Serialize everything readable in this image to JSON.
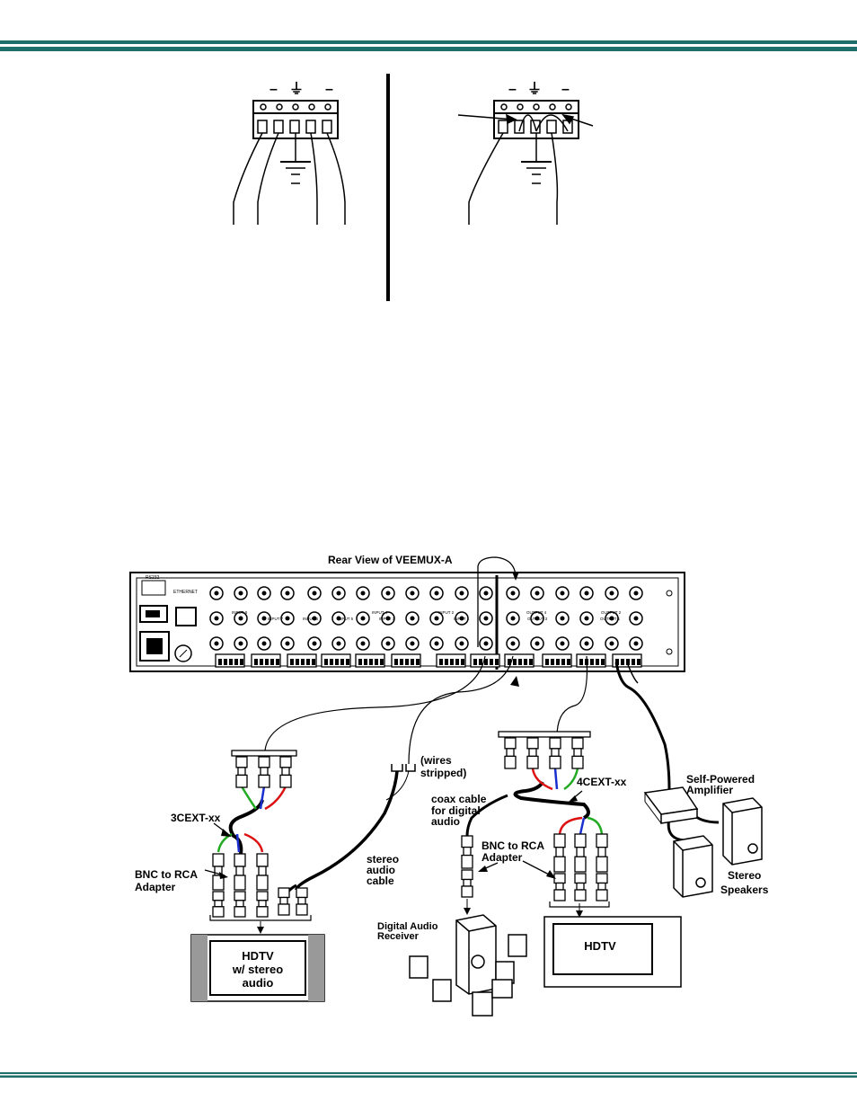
{
  "colors": {
    "accent": "#1f6f6b",
    "green": "#22aa22",
    "blue": "#1a2fd0",
    "red": "#dd1111"
  },
  "terminal": {
    "minus": "–",
    "ground": "⏚"
  },
  "diagram": {
    "title": "Rear View of VEEMUX-A",
    "labels": {
      "ethernet": "ETHERNET",
      "rs232": "RS232",
      "wires_stripped_1": "(wires",
      "wires_stripped_2": "stripped)",
      "cext3": "3CEXT-xx",
      "cext4": "4CEXT-xx",
      "coax_1": "coax cable",
      "coax_2": "for digital",
      "coax_3": "audio",
      "bnc_rca_left_1": "BNC to RCA",
      "bnc_rca_left_2": "Adapter",
      "bnc_rca_right_1": "BNC to RCA",
      "bnc_rca_right_2": "Adapter",
      "stereo_1": "stereo",
      "stereo_2": "audio",
      "stereo_3": "cable",
      "amp_1": "Self-Powered",
      "amp_2": "Amplifier",
      "speakers_1": "Stereo",
      "speakers_2": "Speakers",
      "receiver_1": "Digital Audio",
      "receiver_2": "Receiver",
      "hdtv_left_1": "HDTV",
      "hdtv_left_2": "w/ stereo",
      "hdtv_left_3": "audio",
      "hdtv_right": "HDTV"
    },
    "panel_inputs": [
      "INPUT 8",
      "INPUT 7",
      "INPUT 6",
      "INPUT 5",
      "INPUT 4",
      "INPUT 3",
      "INPUT 2",
      "INPUT 1"
    ],
    "panel_outputs": [
      "OUTPUT 4",
      "OUTPUT 3",
      "OUTPUT 2",
      "OUTPUT 1"
    ]
  }
}
